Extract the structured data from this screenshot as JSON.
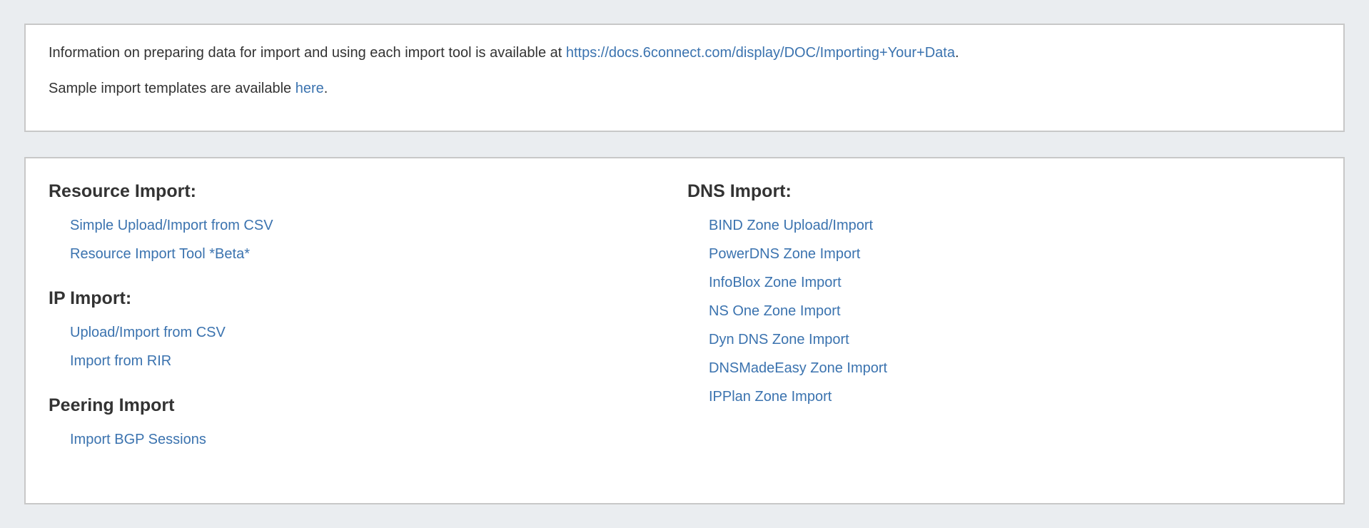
{
  "info_panel": {
    "line1_prefix": "Information on preparing data for import and using each import tool is available at ",
    "line1_link": "https://docs.6connect.com/display/DOC/Importing+Your+Data",
    "line1_suffix": ".",
    "line2_prefix": "Sample import templates are available ",
    "line2_link": "here",
    "line2_suffix": "."
  },
  "import_panel": {
    "left_sections": [
      {
        "heading": "Resource Import:",
        "links": [
          "Simple Upload/Import from CSV",
          "Resource Import Tool *Beta*"
        ]
      },
      {
        "heading": "IP Import:",
        "links": [
          "Upload/Import from CSV",
          "Import from RIR"
        ]
      },
      {
        "heading": "Peering Import",
        "links": [
          "Import BGP Sessions"
        ]
      }
    ],
    "right_sections": [
      {
        "heading": "DNS Import:",
        "links": [
          "BIND Zone Upload/Import",
          "PowerDNS Zone Import",
          "InfoBlox Zone Import",
          "NS One Zone Import",
          "Dyn DNS Zone Import",
          "DNSMadeEasy Zone Import",
          "IPPlan Zone Import"
        ]
      }
    ]
  },
  "colors": {
    "background": "#eaedf0",
    "panel_bg": "#ffffff",
    "panel_border": "#c8c8c8",
    "link": "#3b73af",
    "text": "#333333"
  }
}
